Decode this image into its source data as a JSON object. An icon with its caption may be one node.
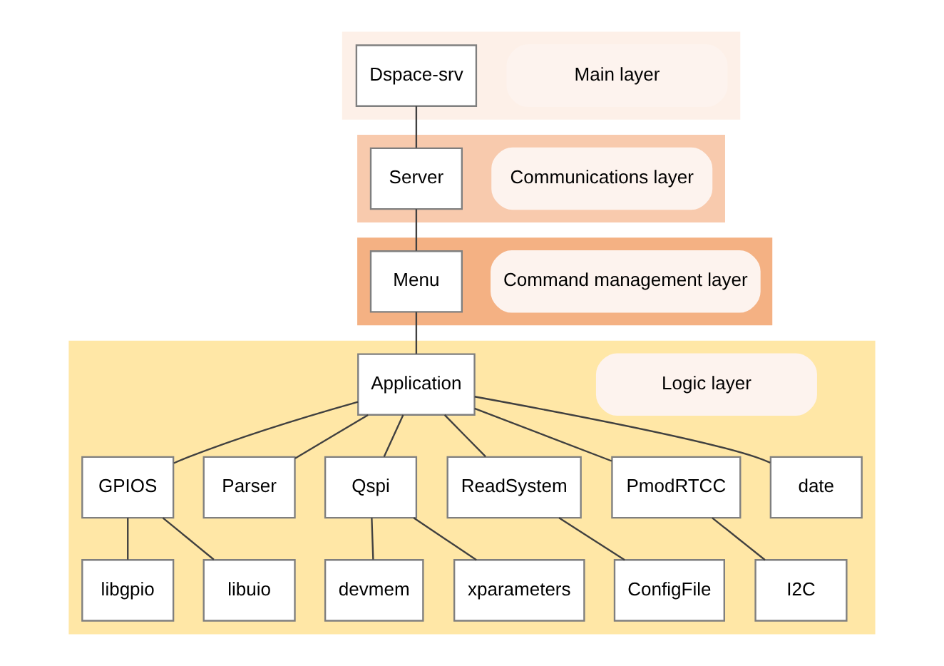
{
  "diagram": {
    "nodes": [
      {
        "text": [],
        "shape": "band"
      },
      {
        "text": [
          "Main layer"
        ],
        "in": 0
      },
      {
        "text": [
          "Dspace-srv"
        ],
        "in": 0
      },
      {
        "text": [],
        "shape": "band"
      },
      {
        "text": [
          "Communications layer"
        ],
        "in": 3
      },
      {
        "text": [
          "Server"
        ],
        "in": 3
      },
      {
        "text": [],
        "shape": "band"
      },
      {
        "text": [
          "Command management layer"
        ],
        "in": 6
      },
      {
        "text": [
          "Menu"
        ],
        "in": 6
      },
      {
        "text": [],
        "shape": "band"
      },
      {
        "text": [
          "Logic layer"
        ],
        "in": 9
      },
      {
        "text": [
          "Application"
        ],
        "in": 9
      },
      {
        "text": [
          "GPIOS"
        ],
        "in": 9
      },
      {
        "text": [
          "Parser"
        ],
        "in": 9
      },
      {
        "text": [
          "Qspi"
        ],
        "in": 9
      },
      {
        "text": [
          "ReadSystem"
        ],
        "in": 9
      },
      {
        "text": [
          "PmodRTCC"
        ],
        "in": 9
      },
      {
        "text": [
          "date"
        ],
        "in": 9
      },
      {
        "text": [
          "libgpio"
        ],
        "in": 9
      },
      {
        "text": [
          "libuio"
        ],
        "in": 9
      },
      {
        "text": [
          "devmem"
        ],
        "in": 9
      },
      {
        "text": [
          "xparameters"
        ],
        "in": 9
      },
      {
        "text": [
          "ConfigFile"
        ],
        "in": 9
      },
      {
        "text": [
          "I2C"
        ],
        "in": 9
      }
    ],
    "edges": [
      {
        "from": 2,
        "to": 5,
        "arrow": "none"
      },
      {
        "from": 5,
        "to": 8,
        "arrow": "none"
      },
      {
        "from": 8,
        "to": 11,
        "arrow": "none"
      },
      {
        "from": 11,
        "to": 12,
        "arrow": "none"
      },
      {
        "from": 11,
        "to": 13,
        "arrow": "none"
      },
      {
        "from": 11,
        "to": 14,
        "arrow": "none"
      },
      {
        "from": 11,
        "to": 15,
        "arrow": "none"
      },
      {
        "from": 11,
        "to": 16,
        "arrow": "none"
      },
      {
        "from": 11,
        "to": 17,
        "arrow": "none"
      },
      {
        "from": 12,
        "to": 18,
        "arrow": "none"
      },
      {
        "from": 12,
        "to": 19,
        "arrow": "none"
      },
      {
        "from": 14,
        "to": 20,
        "arrow": "none"
      },
      {
        "from": 14,
        "to": 21,
        "arrow": "none"
      },
      {
        "from": 15,
        "to": 22,
        "arrow": "none"
      },
      {
        "from": 16,
        "to": 23,
        "arrow": "none"
      }
    ]
  }
}
